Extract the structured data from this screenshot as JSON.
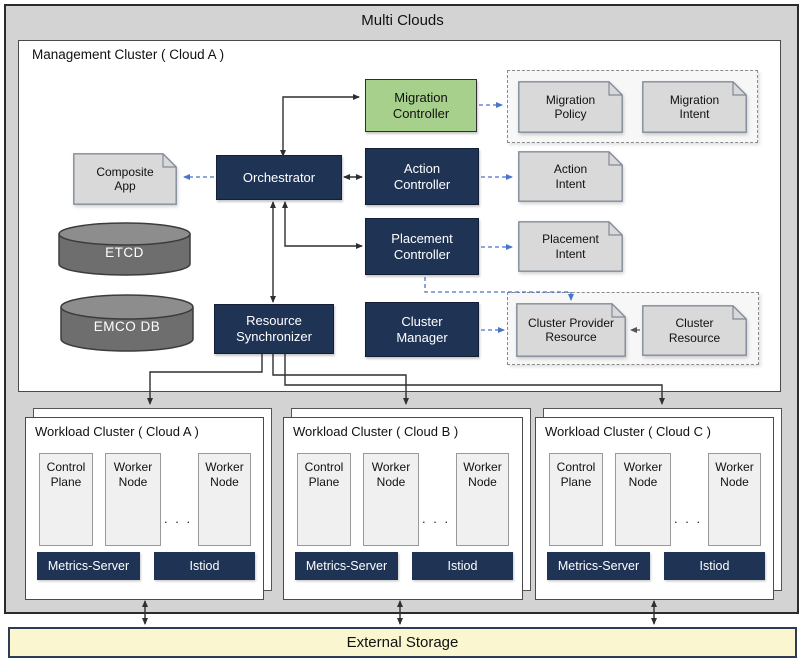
{
  "diagram_title": "Multi Clouds",
  "management_cluster": {
    "title": "Management Cluster ( Cloud A )",
    "nodes": {
      "orchestrator": "Orchestrator",
      "migration_controller": "Migration Controller",
      "action_controller": "Action Controller",
      "placement_controller": "Placement Controller",
      "resource_synchronizer": "Resource Synchronizer",
      "cluster_manager": "Cluster Manager"
    },
    "datastores": {
      "etcd": "ETCD",
      "emco_db": "EMCO DB"
    },
    "artifacts": {
      "composite_app": "Composite App",
      "migration_policy": "Migration Policy",
      "migration_intent": "Migration Intent",
      "action_intent": "Action Intent",
      "placement_intent": "Placement Intent",
      "cluster_provider_resource": "Cluster Provider Resource",
      "cluster_resource": "Cluster Resource"
    }
  },
  "workload_clusters": [
    {
      "title": "Workload Cluster ( Cloud A )",
      "control_plane": "Control Plane",
      "worker_node_1": "Worker Node",
      "worker_node_2": "Worker Node",
      "ellipsis": ". . .",
      "metrics_server": "Metrics-Server",
      "istiod": "Istiod"
    },
    {
      "title": "Workload Cluster ( Cloud B )",
      "control_plane": "Control Plane",
      "worker_node_1": "Worker Node",
      "worker_node_2": "Worker Node",
      "ellipsis": ". . .",
      "metrics_server": "Metrics-Server",
      "istiod": "Istiod"
    },
    {
      "title": "Workload Cluster ( Cloud C )",
      "control_plane": "Control Plane",
      "worker_node_1": "Worker Node",
      "worker_node_2": "Worker Node",
      "ellipsis": ". . .",
      "metrics_server": "Metrics-Server",
      "istiod": "Istiod"
    }
  ],
  "external_storage": "External Storage",
  "colors": {
    "navy": "#1f3355",
    "green": "#a8d08d",
    "doc_fill": "#d9d9d9",
    "arrow_black": "#2f2f2f",
    "arrow_blue": "#4a74c9",
    "storage_fill": "#faf6d0",
    "container_gray": "#d3d3d3"
  }
}
